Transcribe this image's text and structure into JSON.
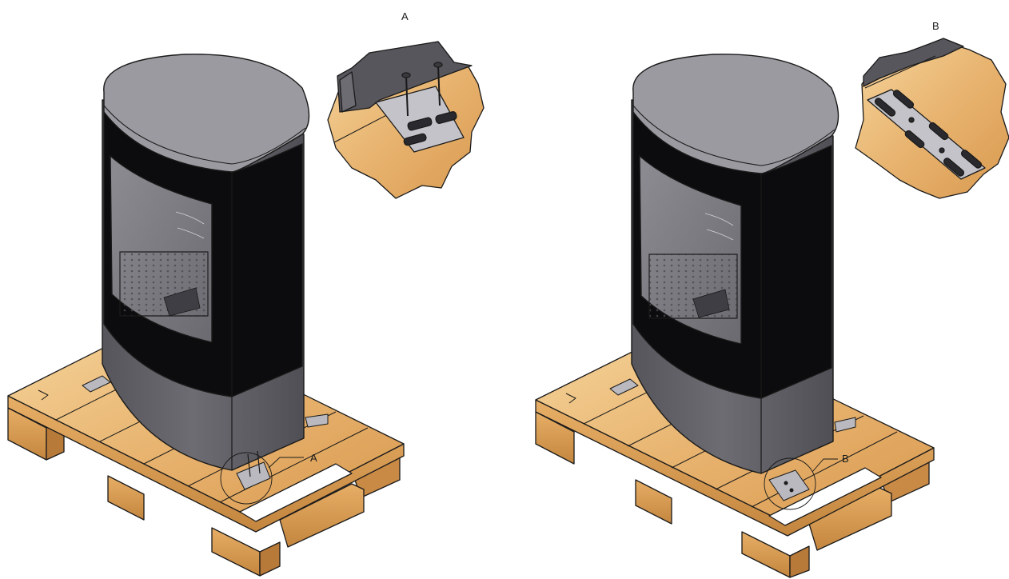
{
  "labels": {
    "detail_a_title": "A",
    "detail_a_callout": "A",
    "detail_b_title": "B",
    "detail_b_callout": "B"
  },
  "colors": {
    "stove_body": "#636369",
    "stove_top": "#9a9aa0",
    "glass_frame": "#0c0c0e",
    "window": "#7d7d83",
    "wood_light": "#f1c98a",
    "wood_mid": "#e3aa62",
    "wood_dark": "#c98a45",
    "bracket": "#b9b9bf",
    "outline": "#1a1a1a"
  }
}
